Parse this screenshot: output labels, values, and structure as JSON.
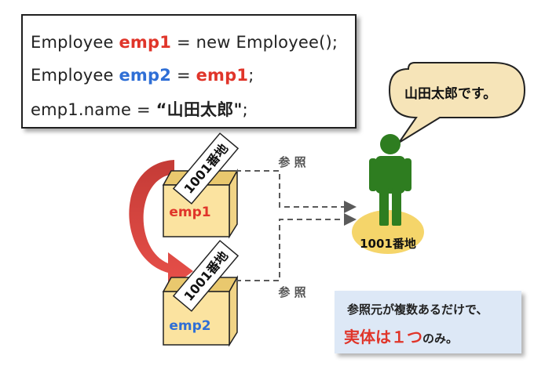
{
  "code": {
    "line1": {
      "a": "Employee ",
      "b": "emp1",
      "c": " = new Employee();"
    },
    "line2": {
      "a": "Employee ",
      "b": "emp2",
      "c": " = ",
      "d": "emp1",
      "e": ";"
    },
    "line3": {
      "a": "emp1.name = ",
      "b": "“山田太郎\"",
      "c": ";"
    }
  },
  "speech_bubble": "山田太郎です。",
  "boxes": {
    "top": {
      "tag": "1001番地",
      "label": "emp1"
    },
    "bottom": {
      "tag": "1001番地",
      "label": "emp2"
    }
  },
  "reference_label_top": "参 照",
  "reference_label_bottom": "参 照",
  "person_address": "1001番地",
  "note": {
    "line1": "参照元が複数あるだけで、",
    "line2_main": "実体は１つ",
    "line2_tail": "のみ。"
  },
  "colors": {
    "red": "#e0352a",
    "blue": "#2f6fd6",
    "person_green": "#2e7d20",
    "box_fill": "#fbe3a0",
    "ellipse_yellow": "#f5d56a",
    "note_bg": "#dde8f6"
  }
}
